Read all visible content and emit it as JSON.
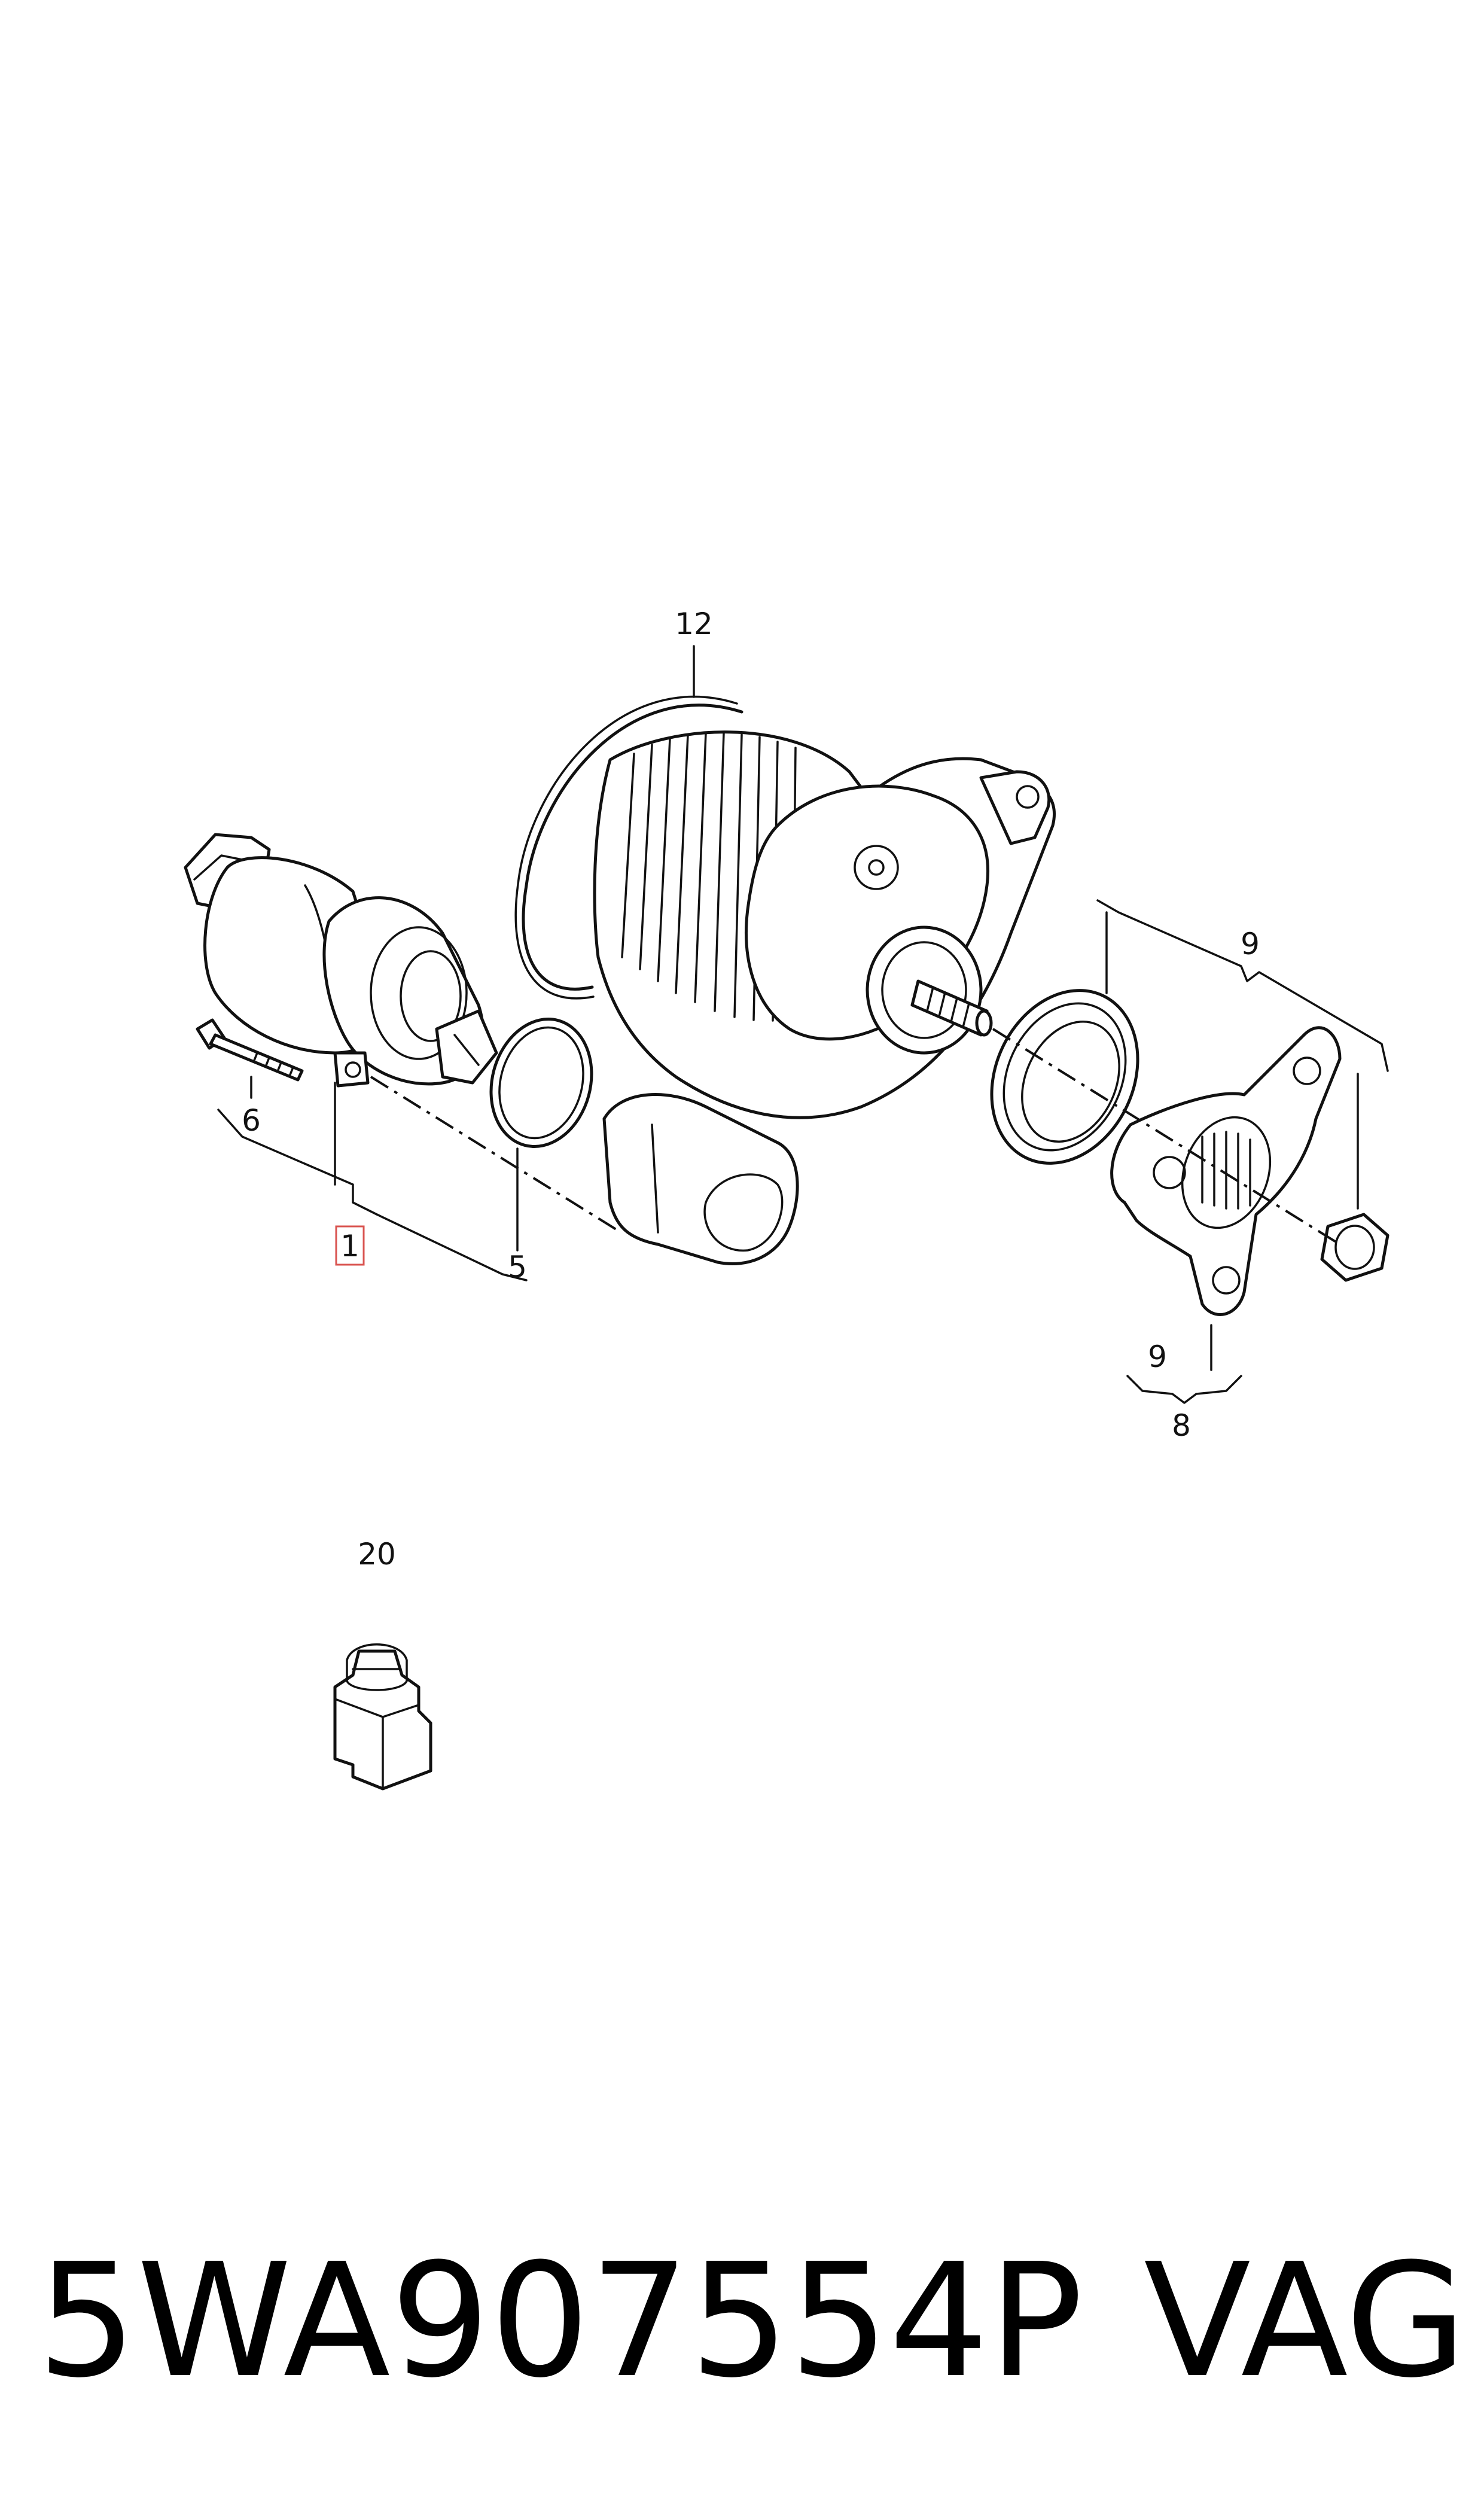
{
  "callouts": {
    "c1": "1",
    "c5": "5",
    "c6": "6",
    "c8": "8",
    "c9_top": "9",
    "c9_bottom": "9",
    "c12": "12",
    "c20": "20"
  },
  "footer": {
    "part_number": "5WA907554P",
    "brand": "VAG"
  },
  "colors": {
    "line": "#111111",
    "highlight": "#d9534f",
    "background": "#ffffff"
  }
}
